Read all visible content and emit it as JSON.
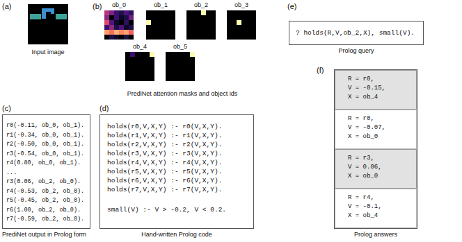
{
  "diagram": {
    "nodes": [
      {
        "text": [
          "r0(-0.11, ob_0, ob_1).",
          "r1(-0.34, ob_0, ob_1).",
          "r2(-0.50, ob_0, ob_1).",
          "r3(-0.54, ob_0, ob_1).",
          "r4(0.80, ob_0, ob_1).",
          "...",
          "r3(0.06, ob_2, ob_0).",
          "r4(-0.53, ob_2, ob_0).",
          "r5(-0.45, ob_2, ob_0).",
          "r6(1.00, ob_2, ob_0).",
          "r7(-0.59, ob_2, ob_0).",
          "PrediNet output in Prolog form"
        ]
      },
      {
        "text": [
          "holds(r0,V,X,Y) :- r0(V,X,Y).",
          "holds(r1,V,X,Y) :- r1(V,X,Y).",
          "holds(r2,V,X,Y) :- r2(V,X,Y).",
          "holds(r3,V,X,Y) :- r3(V,X,Y).",
          "holds(r4,V,X,Y) :- r4(V,X,Y).",
          "holds(r5,V,X,Y) :- r5(V,X,Y).",
          "holds(r6,V,X,Y) :- r6(V,X,Y).",
          "holds(r7,V,X,Y) :- r7(V,X,Y).",
          "small(V) :- V > -0.2, V < 0.2.",
          "Hand-written Prolog code"
        ]
      },
      {
        "text": [
          "? holds(R,V,ob_2,X), small(V).",
          "Prolog query"
        ]
      },
      {
        "text": [
          "Prolog answers"
        ]
      },
      {
        "text": [
          "R = r0,",
          "V = -0.15,",
          "X = ob_4"
        ],
        "in": 3
      },
      {
        "text": [
          "R = r0,",
          "V = -0.07,",
          "X = ob_0"
        ],
        "in": 3
      },
      {
        "text": [
          "R = r3,",
          "V = 0.06,",
          "X = ob_0"
        ],
        "in": 3
      },
      {
        "text": [
          "R = r4,",
          "V = -0.1,",
          "X = ob_4"
        ],
        "in": 3
      }
    ],
    "labels": [
      "(a)",
      "Input image",
      "(b)",
      "ob_0",
      "ob_1",
      "ob_2",
      "ob_3",
      "ob_4",
      "ob_5",
      "PrediNet attention masks and object ids",
      "(c)",
      "(d)",
      "(e)",
      "(f)"
    ]
  }
}
